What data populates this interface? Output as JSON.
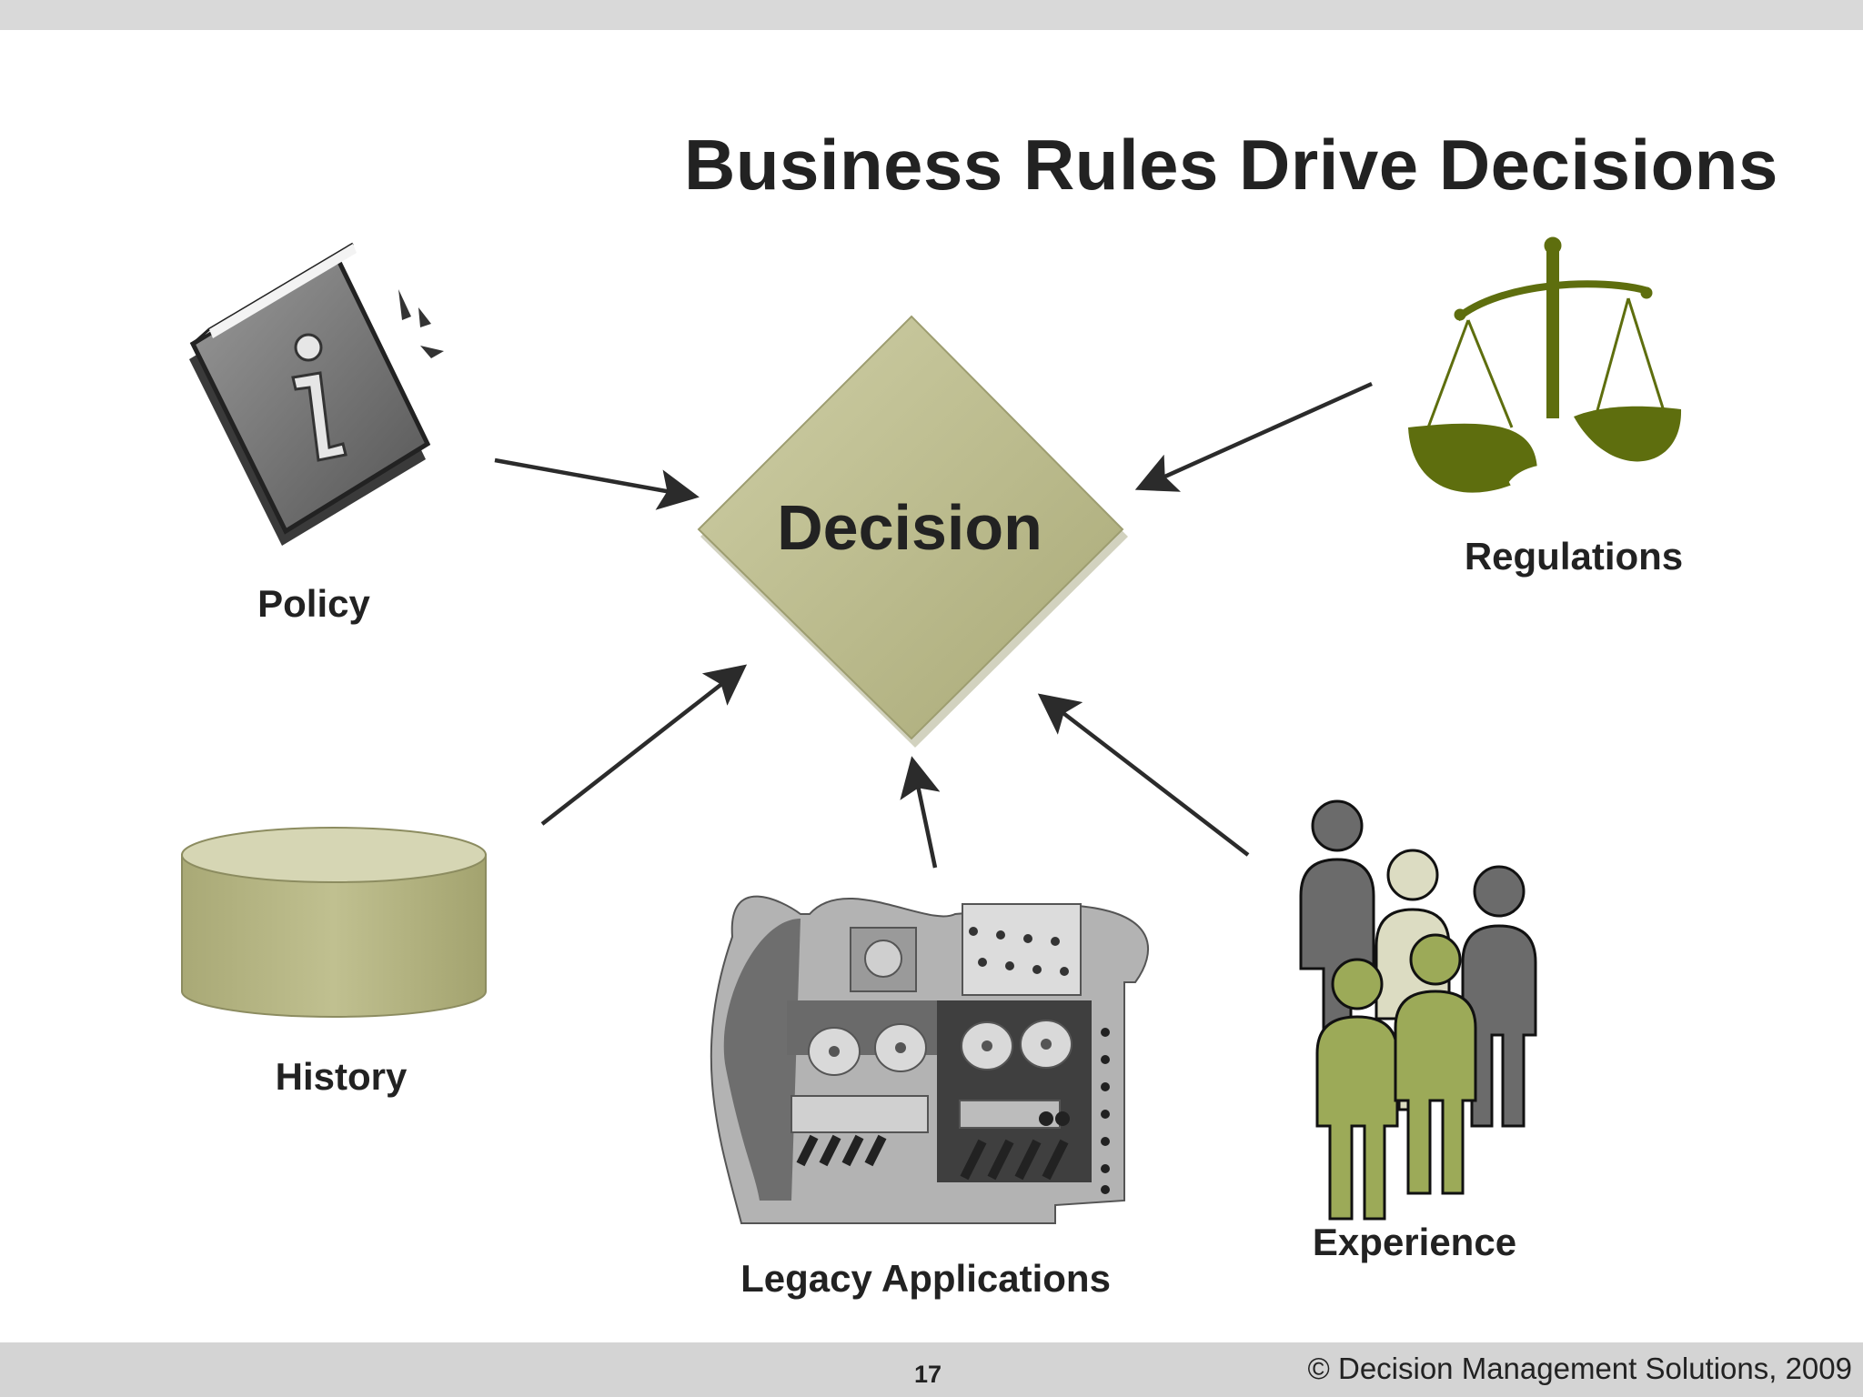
{
  "slide": {
    "title": "Business Rules Drive Decisions",
    "page_number": "17",
    "copyright": "© Decision Management Solutions, 2009"
  },
  "diagram": {
    "center": {
      "label": "Decision",
      "color": "#bfbf94"
    },
    "sources": [
      {
        "id": "policy",
        "label": "Policy",
        "icon": "book-info-icon"
      },
      {
        "id": "regulations",
        "label": "Regulations",
        "icon": "scales-of-justice-icon"
      },
      {
        "id": "history",
        "label": "History",
        "icon": "database-cylinder-icon"
      },
      {
        "id": "legacy",
        "label": "Legacy Applications",
        "icon": "mainframe-computer-icon"
      },
      {
        "id": "experience",
        "label": "Experience",
        "icon": "people-group-icon"
      }
    ]
  },
  "colors": {
    "olive": "#5e6e0e",
    "khaki": "#bcbc8c",
    "person_green": "#9caa58",
    "person_cream": "#d9d9bf",
    "person_gray": "#666666",
    "arrow": "#2b2b2b"
  }
}
